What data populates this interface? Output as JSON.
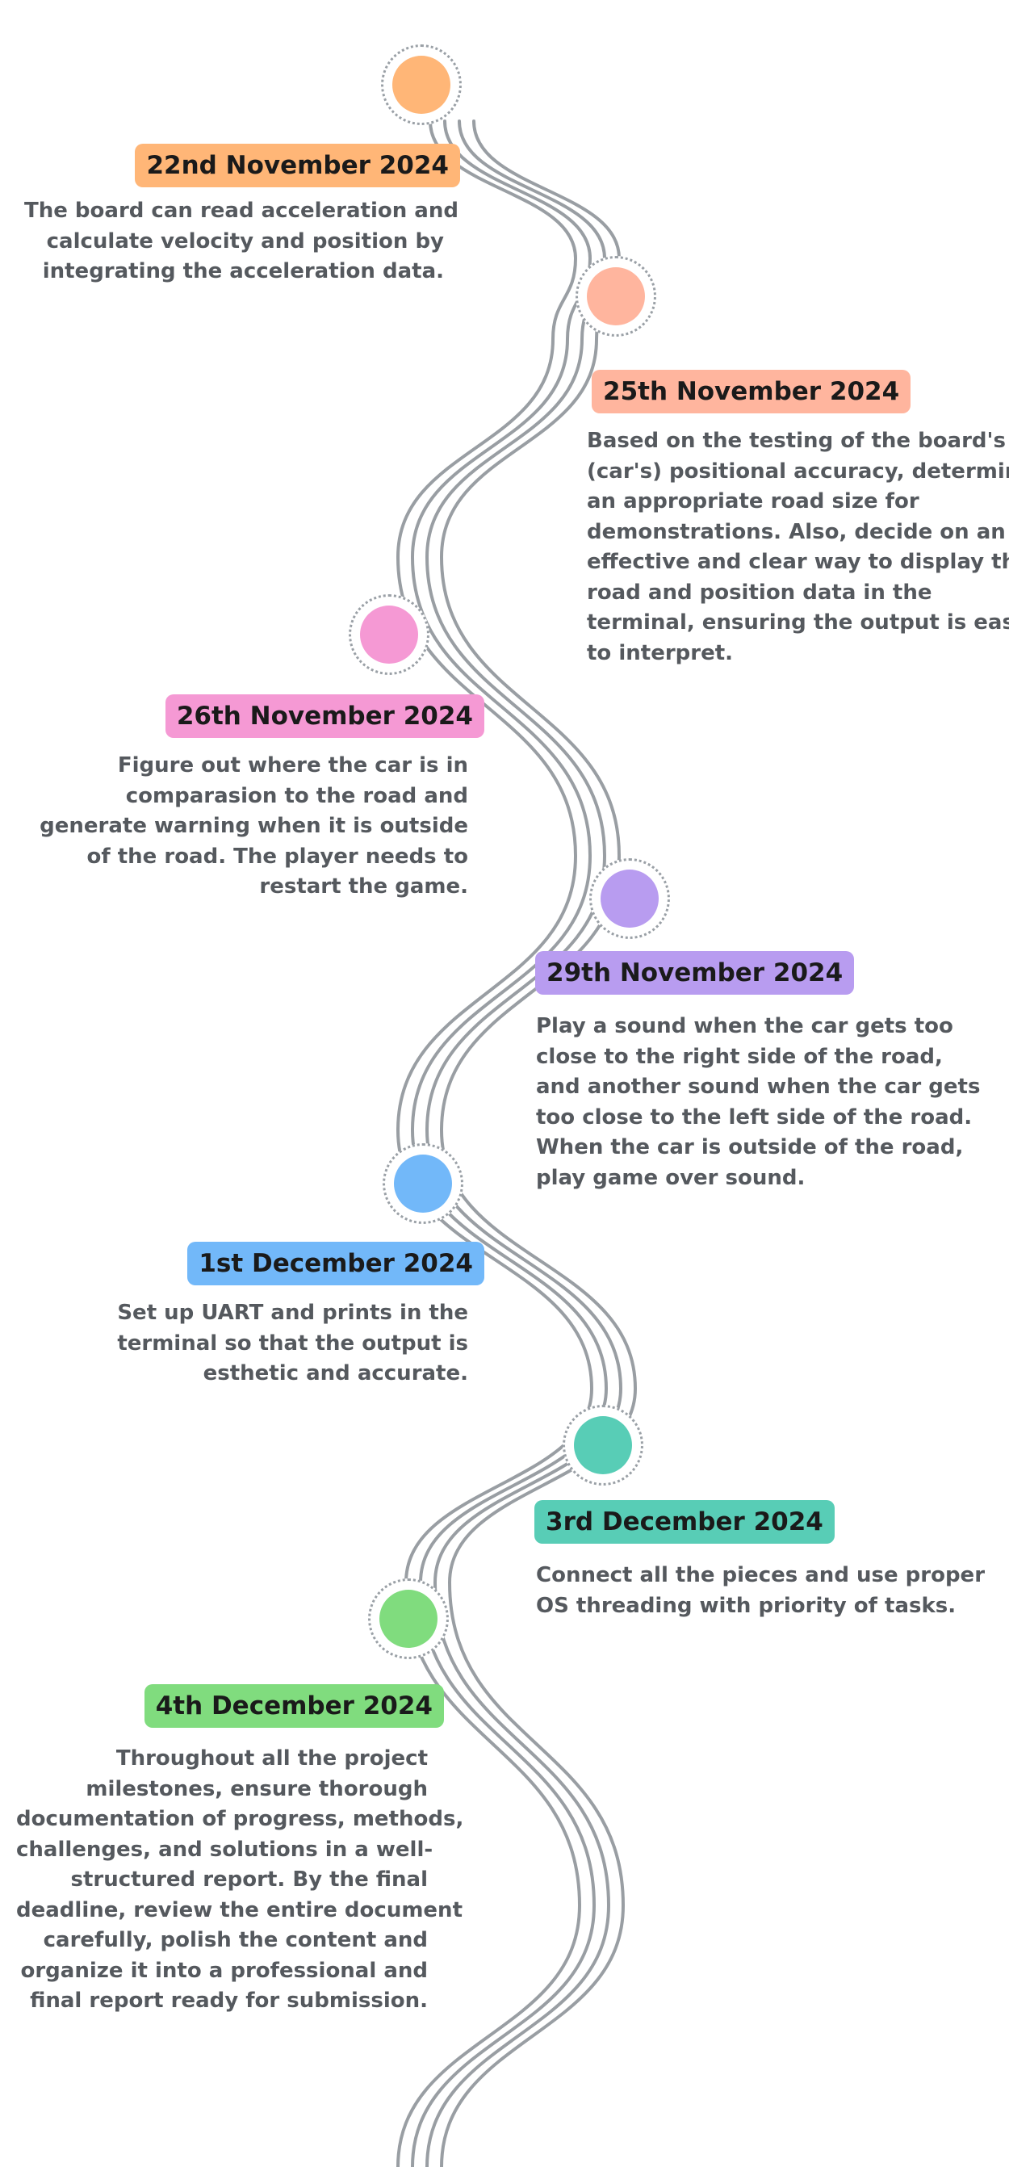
{
  "milestones": [
    {
      "date": "22nd November 2024",
      "color": "#FFB677",
      "lines": [
        "The board can read acceleration and",
        "calculate velocity and position by",
        "integrating the acceleration data."
      ]
    },
    {
      "date": "25th November 2024",
      "color": "#FFB59E",
      "lines": [
        "Based on the testing of the board's",
        "(car's) positional accuracy, determine",
        "an appropriate road size for",
        "demonstrations. Also, decide on an",
        "effective and clear way to display the",
        "road and position data in the",
        "terminal, ensuring the output is easy",
        "to interpret."
      ]
    },
    {
      "date": "26th November 2024",
      "color": "#F599D4",
      "lines": [
        "Figure out where the car is in",
        "comparasion to the road and",
        "generate warning when it is outside",
        "of the road. The player needs to",
        "restart the game."
      ]
    },
    {
      "date": "29th November 2024",
      "color": "#B89CF0",
      "lines": [
        "Play a sound when the car gets too",
        "close to the right side of the road,",
        "and another sound when the car gets",
        "too close to the left side of the road.",
        "When the car is outside of the road,",
        "play game over sound."
      ]
    },
    {
      "date": "1st December 2024",
      "color": "#72B8F9",
      "lines": [
        "Set up UART and prints  in the",
        "terminal so that the output is",
        "esthetic and accurate."
      ]
    },
    {
      "date": "3rd December 2024",
      "color": "#58CDB6",
      "lines": [
        "Connect all the pieces and use proper",
        "OS threading with priority of tasks."
      ]
    },
    {
      "date": "4th December 2024",
      "color": "#80DC7E",
      "lines": [
        "Throughout all the project",
        "milestones, ensure thorough",
        "documentation of progress, methods,",
        "challenges, and solutions in a well-",
        "structured report. By the final",
        "deadline, review the entire document",
        "carefully, polish the content and",
        "organize it into a professional and",
        "final report ready for submission."
      ]
    }
  ]
}
